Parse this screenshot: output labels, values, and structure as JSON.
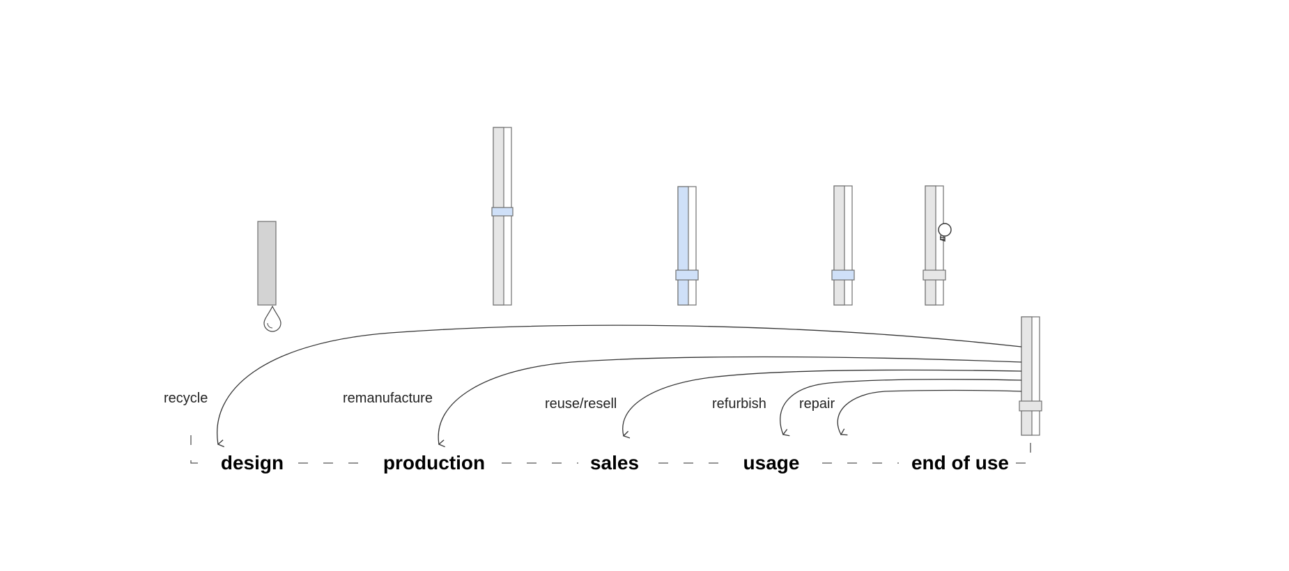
{
  "stages": [
    {
      "id": "design",
      "label": "design"
    },
    {
      "id": "production",
      "label": "production"
    },
    {
      "id": "sales",
      "label": "sales"
    },
    {
      "id": "usage",
      "label": "usage"
    },
    {
      "id": "end-of-use",
      "label": "end of use"
    }
  ],
  "loops": [
    {
      "id": "recycle",
      "label": "recycle"
    },
    {
      "id": "remanufacture",
      "label": "remanufacture"
    },
    {
      "id": "reuse-resell",
      "label": "reuse/resell"
    },
    {
      "id": "refurbish",
      "label": "refurbish"
    },
    {
      "id": "repair",
      "label": "repair"
    }
  ],
  "colors": {
    "bar_grey": "#e6e6e6",
    "bar_dark_grey": "#d3d3d3",
    "bar_blue": "#cfe0f8",
    "outline": "#6e6e6e",
    "arrow": "#333333",
    "text": "#000000"
  },
  "icons": [
    "drop-icon",
    "lightbulb-icon"
  ]
}
